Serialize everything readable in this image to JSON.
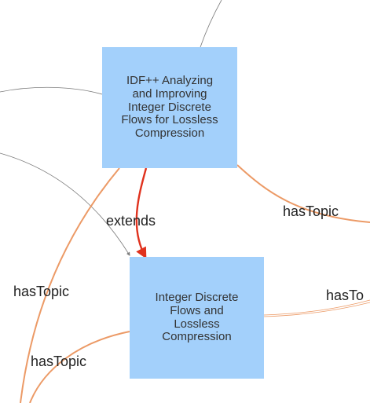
{
  "nodes": {
    "idf_plus": {
      "lines": [
        "IDF++ Analyzing",
        "and Improving",
        "Integer Discrete",
        "Flows for Lossless",
        "Compression"
      ]
    },
    "idf": {
      "lines": [
        "Integer Discrete",
        "Flows and",
        "Lossless",
        "Compression"
      ]
    }
  },
  "edges": {
    "extends_label": "extends",
    "has_topic_right_top": "hasTopic",
    "has_topic_right_mid": "hasTo",
    "has_topic_left_top": "hasTopic",
    "has_topic_left_bottom": "hasTopic"
  },
  "colors": {
    "node_fill": "#a3d0fb",
    "extends_edge": "#e0321e",
    "has_topic_edge": "#ec9a66",
    "other_edge": "#7a7a7a"
  }
}
